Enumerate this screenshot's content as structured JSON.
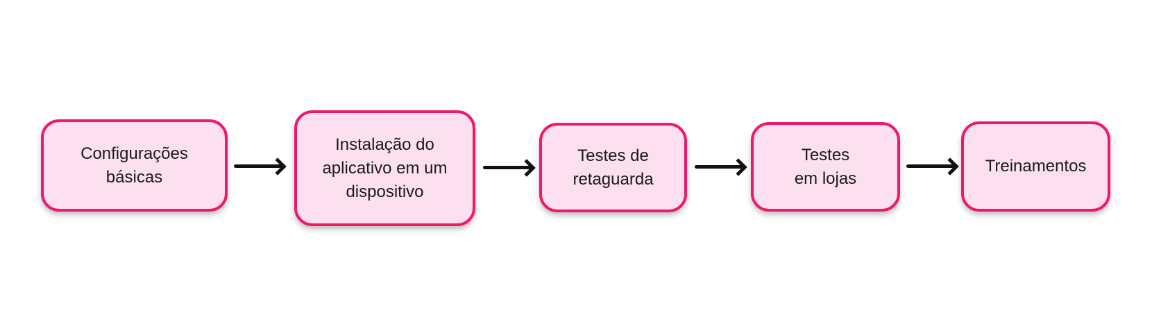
{
  "diagram": {
    "type": "flowchart",
    "direction": "left-to-right",
    "nodes": [
      {
        "id": "configuracoes-basicas",
        "label": "Configurações\nbásicas"
      },
      {
        "id": "instalacao-aplicativo",
        "label": "Instalação do\naplicativo em um\ndispositivo"
      },
      {
        "id": "testes-retaguarda",
        "label": "Testes de\nretaguarda"
      },
      {
        "id": "testes-em-lojas",
        "label": "Testes\nem lojas"
      },
      {
        "id": "treinamentos",
        "label": "Treinamentos"
      }
    ],
    "connections": [
      {
        "from": 0,
        "to": 1
      },
      {
        "from": 1,
        "to": 2
      },
      {
        "from": 2,
        "to": 3
      },
      {
        "from": 3,
        "to": 4
      }
    ],
    "colors": {
      "node_fill": "#FCE0EF",
      "node_border": "#F0186B",
      "arrow": "#111111",
      "text": "#1A1A1A",
      "background": "#FFFFFF"
    }
  }
}
